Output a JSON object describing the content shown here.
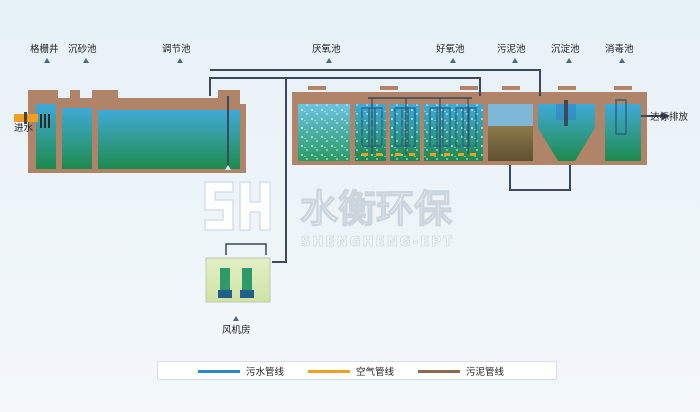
{
  "diagram": {
    "labels": {
      "grille_well": "格栅井",
      "grit_chamber": "沉砂池",
      "equalization_tank": "调节池",
      "anoxic_tank": "厌氧池",
      "aerobic_tank": "好氧池",
      "sludge_tank": "污泥池",
      "settling_tank": "沉淀池",
      "disinfection_tank": "消毒池",
      "inlet": "进水",
      "outlet": "达标排放",
      "blower_room": "风机房"
    },
    "watermark": {
      "brand_cn": "水衡环保",
      "brand_en": "SHENGHENG-EPT",
      "logo_letters": "SH"
    },
    "legend": [
      {
        "label": "污水管线",
        "color": "#2f86c8"
      },
      {
        "label": "空气管线",
        "color": "#f0a020"
      },
      {
        "label": "污泥管线",
        "color": "#8a6a50"
      }
    ],
    "colors": {
      "tank_wall": "#b08468",
      "water_top": "#4fb2d6",
      "water_bottom": "#1f8f5a",
      "pipe_dark": "#3a4a58",
      "sludge": "#7d6a3e"
    }
  }
}
